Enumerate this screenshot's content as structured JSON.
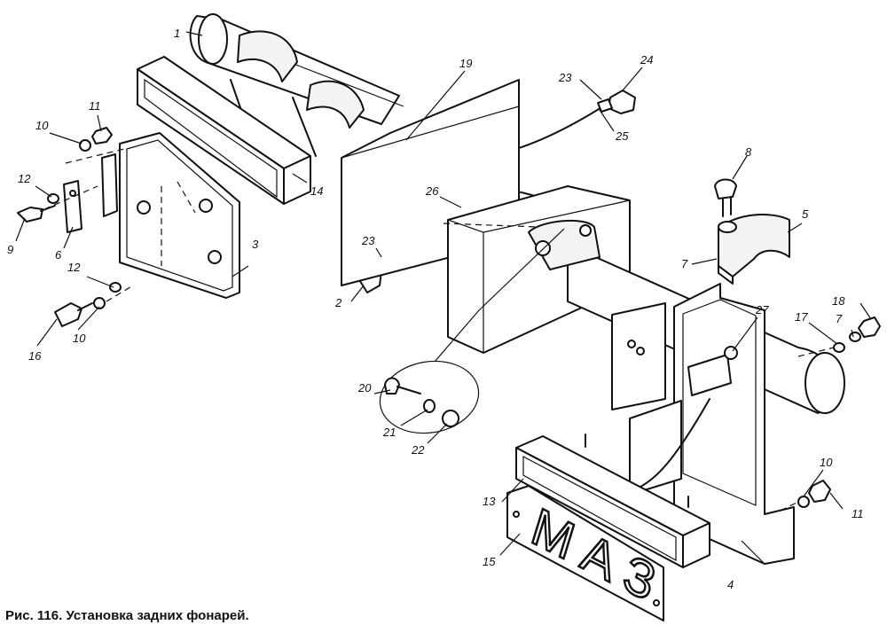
{
  "caption": "Рис. 116. Установка задних фонарей.",
  "plate_text": "МАЗ",
  "callouts": {
    "c1": "1",
    "c2": "2",
    "c3": "3",
    "c4": "4",
    "c5": "5",
    "c6": "6",
    "c7a": "7",
    "c7b": "7",
    "c8": "8",
    "c9": "9",
    "c10a": "10",
    "c10b": "10",
    "c10c": "10",
    "c11a": "11",
    "c11b": "11",
    "c12a": "12",
    "c12b": "12",
    "c13": "13",
    "c14": "14",
    "c15": "15",
    "c16": "16",
    "c17": "17",
    "c18": "18",
    "c19": "19",
    "c20": "20",
    "c21": "21",
    "c22": "22",
    "c23a": "23",
    "c23b": "23",
    "c24": "24",
    "c25": "25",
    "c26": "26",
    "c27": "27"
  }
}
